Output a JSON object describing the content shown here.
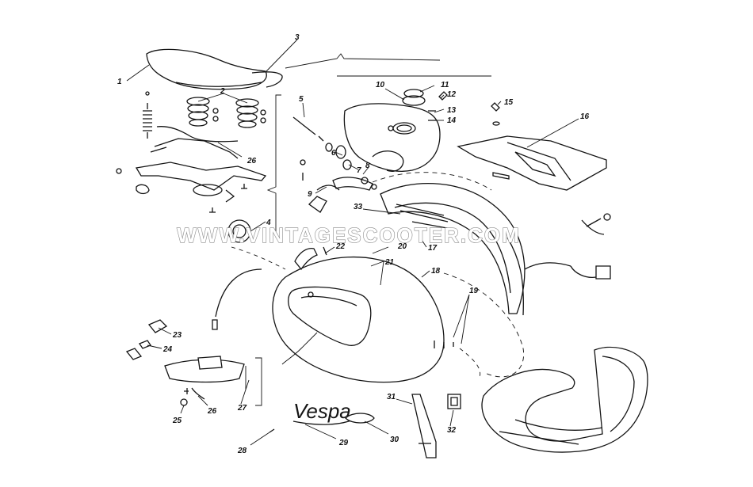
{
  "watermark": "WWW.VINTAGESCOOTER.COM",
  "logo_script": "Vespa",
  "callouts": [
    "1",
    "2",
    "3",
    "4",
    "5",
    "6",
    "7",
    "8",
    "9",
    "10",
    "11",
    "12",
    "13",
    "14",
    "15",
    "16",
    "17",
    "18",
    "19",
    "20",
    "21",
    "22",
    "23",
    "24",
    "25",
    "26",
    "26",
    "27",
    "28",
    "29",
    "30",
    "31",
    "32",
    "33"
  ],
  "colors": {
    "ink": "#141414",
    "paper": "#ffffff",
    "stipple": "#555555"
  }
}
